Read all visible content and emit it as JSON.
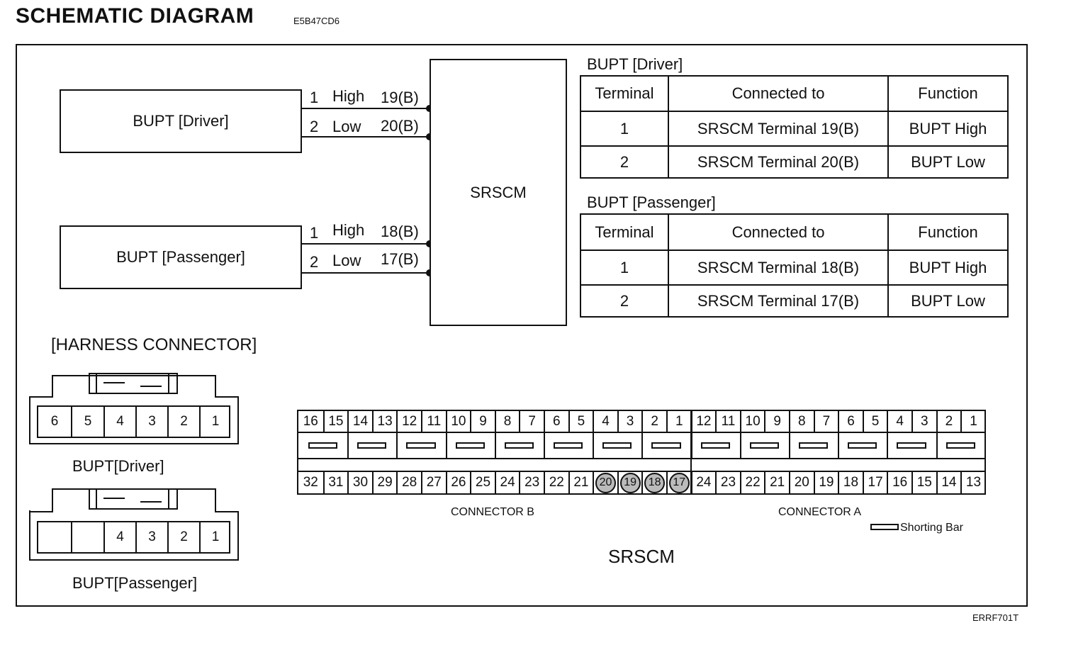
{
  "header": {
    "title": "SCHEMATIC DIAGRAM",
    "code": "E5B47CD6"
  },
  "figure_id": "ERRF701T",
  "schematic": {
    "module": "SRSCM",
    "driver": {
      "label": "BUPT [Driver]",
      "wires": [
        {
          "pin": "1",
          "signal": "High",
          "terminal": "19(B)"
        },
        {
          "pin": "2",
          "signal": "Low",
          "terminal": "20(B)"
        }
      ]
    },
    "passenger": {
      "label": "BUPT [Passenger]",
      "wires": [
        {
          "pin": "1",
          "signal": "High",
          "terminal": "18(B)"
        },
        {
          "pin": "2",
          "signal": "Low",
          "terminal": "17(B)"
        }
      ]
    }
  },
  "tables": {
    "driver": {
      "title": "BUPT [Driver]",
      "headers": [
        "Terminal",
        "Connected to",
        "Function"
      ],
      "rows": [
        [
          "1",
          "SRSCM Terminal 19(B)",
          "BUPT High"
        ],
        [
          "2",
          "SRSCM Terminal 20(B)",
          "BUPT Low"
        ]
      ]
    },
    "passenger": {
      "title": "BUPT [Passenger]",
      "headers": [
        "Terminal",
        "Connected to",
        "Function"
      ],
      "rows": [
        [
          "1",
          "SRSCM Terminal 18(B)",
          "BUPT High"
        ],
        [
          "2",
          "SRSCM Terminal 17(B)",
          "BUPT Low"
        ]
      ]
    }
  },
  "harness": {
    "title": "[HARNESS CONNECTOR]",
    "driver_label": "BUPT[Driver]",
    "driver_pins": [
      "6",
      "5",
      "4",
      "3",
      "2",
      "1"
    ],
    "passenger_label": "BUPT[Passenger]",
    "passenger_pins": [
      "",
      "",
      "4",
      "3",
      "2",
      "1"
    ]
  },
  "srscm_connector": {
    "label": "SRSCM",
    "connector_b_label": "CONNECTOR B",
    "connector_a_label": "CONNECTOR A",
    "shorting_bar_label": "Shorting Bar",
    "b_top": [
      "16",
      "15",
      "14",
      "13",
      "12",
      "11",
      "10",
      "9",
      "8",
      "7",
      "6",
      "5",
      "4",
      "3",
      "2",
      "1"
    ],
    "b_bottom": [
      "32",
      "31",
      "30",
      "29",
      "28",
      "27",
      "26",
      "25",
      "24",
      "23",
      "22",
      "21",
      "20",
      "19",
      "18",
      "17"
    ],
    "a_top": [
      "12",
      "11",
      "10",
      "9",
      "8",
      "7",
      "6",
      "5",
      "4",
      "3",
      "2",
      "1"
    ],
    "a_bottom": [
      "24",
      "23",
      "22",
      "21",
      "20",
      "19",
      "18",
      "17",
      "16",
      "15",
      "14",
      "13"
    ],
    "highlighted_b": [
      "20",
      "19",
      "18",
      "17"
    ]
  }
}
